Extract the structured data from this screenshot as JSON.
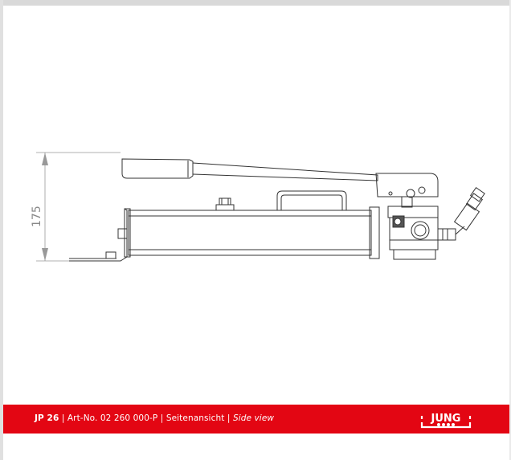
{
  "drawing": {
    "dimension_value": "175"
  },
  "footer": {
    "model": "JP 26",
    "separator1": " | ",
    "art_no": "Art-No. 02 260 000-P",
    "separator2": " | ",
    "view_de": "Seitenansicht",
    "separator3": " | ",
    "view_en": "Side view"
  },
  "logo": {
    "text": "JUNG"
  },
  "colors": {
    "footer_bg": "#e30613",
    "line": "#333333"
  }
}
